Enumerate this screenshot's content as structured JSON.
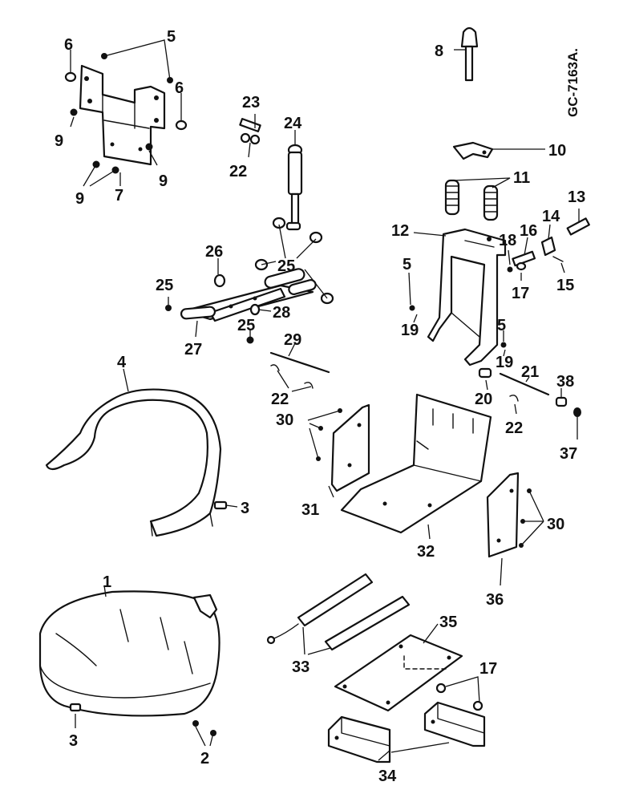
{
  "drawing": {
    "reference_code": "GC-7163A.",
    "callouts": [
      "1",
      "2",
      "3",
      "3",
      "4",
      "5",
      "5",
      "5",
      "5",
      "6",
      "6",
      "7",
      "8",
      "9",
      "9",
      "9",
      "10",
      "11",
      "12",
      "13",
      "14",
      "15",
      "16",
      "17",
      "17",
      "18",
      "19",
      "19",
      "20",
      "21",
      "22",
      "22",
      "22",
      "23",
      "24",
      "25",
      "25",
      "25",
      "25",
      "26",
      "27",
      "28",
      "29",
      "30",
      "30",
      "31",
      "32",
      "33",
      "34",
      "35",
      "36",
      "37",
      "38"
    ]
  }
}
